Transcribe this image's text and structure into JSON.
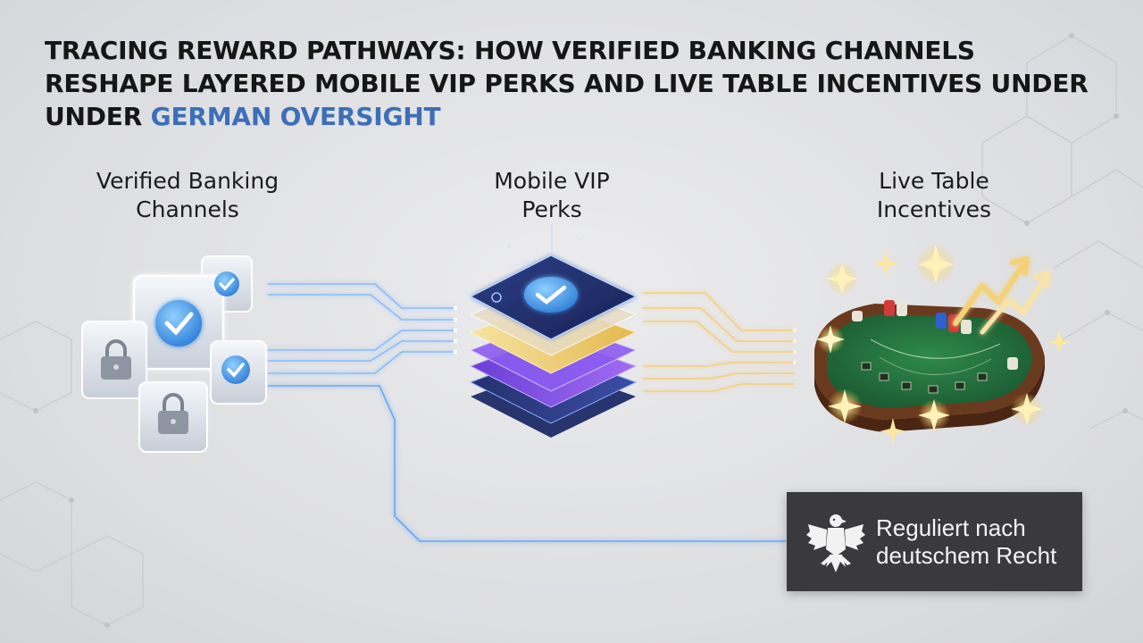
{
  "title": {
    "main": "Tracing Reward Pathways: How Verified Banking Channels Reshape Layered Mobile VIP Perks and Live Table Incentives Under Under",
    "accent": "German Oversight"
  },
  "nodes": [
    {
      "line1": "Verified Banking",
      "line2": "Channels"
    },
    {
      "line1": "Mobile VIP",
      "line2": "Perks"
    },
    {
      "line1": "Live Table",
      "line2": "Incentives"
    }
  ],
  "badge": {
    "line1": "Reguliert nach",
    "line2": "deutschem Recht",
    "icon": "federal-eagle-icon"
  },
  "colors": {
    "accent": "#3d6fb8",
    "blue_flow": "#6aa8f0",
    "gold_flow": "#f0c46a",
    "badge_bg": "#3a3a3c"
  }
}
